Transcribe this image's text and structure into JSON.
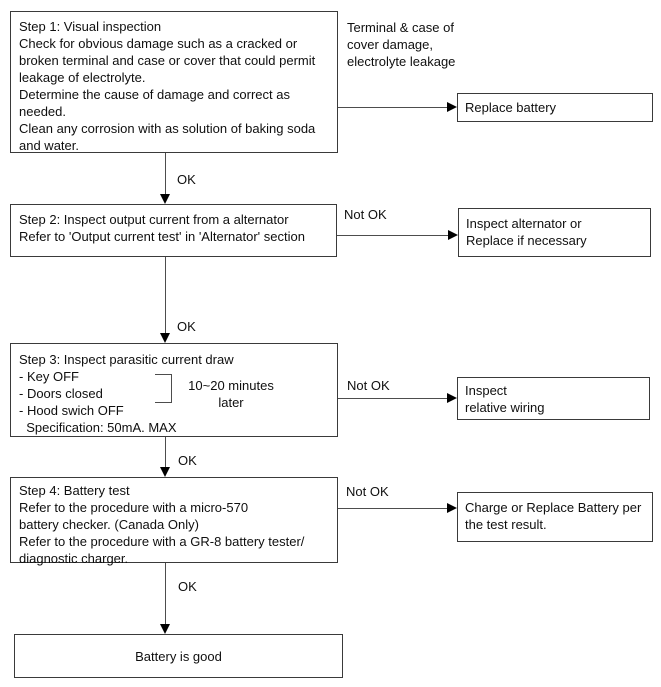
{
  "colors": {
    "background": "#ffffff",
    "box_border": "#3a3a3a",
    "connector_line": "#4d4d4d",
    "arrowhead": "#000000",
    "text": "#0f0f0f"
  },
  "boxes": {
    "step1": "Step 1: Visual inspection\nCheck for obvious damage such as a cracked or\nbroken terminal and case or cover that could permit\nleakage of electrolyte.\nDetermine the cause of damage and correct as\nneeded.\nClean any corrosion with as solution of baking soda\nand water.",
    "step2": "Step 2: Inspect output current from a alternator\nRefer to 'Output current test' in 'Alternator' section",
    "step3": "Step 3: Inspect parasitic current draw\n- Key OFF\n- Doors closed\n- Hood swich OFF\n  Specification: 50mA. MAX",
    "step4": "Step 4: Battery test\nRefer to the procedure with a micro-570\nbattery checker. (Canada Only)\nRefer to the procedure with a GR-8 battery tester/\ndiagnostic charger.",
    "final": "Battery is good",
    "result1": "Replace battery",
    "result2": "Inspect alternator or\nReplace if necessary",
    "result3": "Inspect\nrelative wiring",
    "result4": "Charge or Replace Battery per\nthe test result."
  },
  "labels": {
    "branch1": "Terminal & case of\ncover damage,\nelectrolyte leakage",
    "ok1": "OK",
    "ok2": "OK",
    "ok3": "OK",
    "ok4": "OK",
    "not_ok2": "Not OK",
    "not_ok3": "Not OK",
    "not_ok4": "Not OK",
    "wait_note": "10~20 minutes\nlater"
  }
}
